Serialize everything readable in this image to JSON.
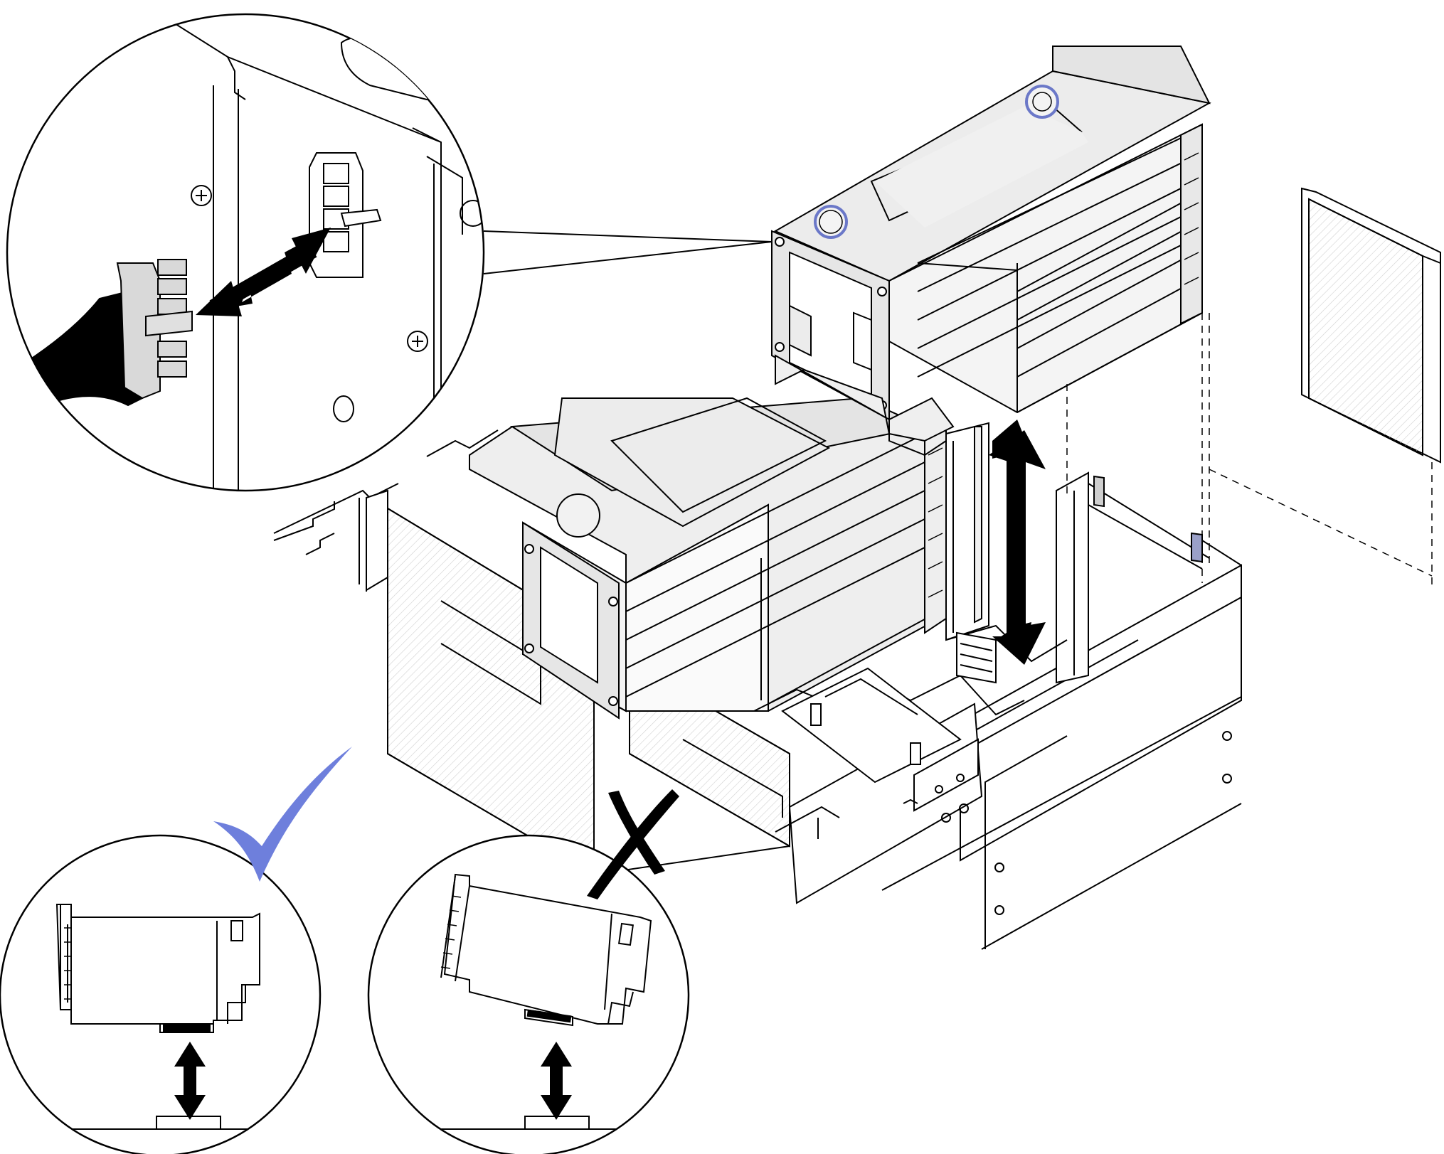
{
  "colors": {
    "line": "#000000",
    "metal_fill": "#ebebeb",
    "metal_dark": "#cfcfcf",
    "accent": "#6e7fdc",
    "accent_ring": "#6b78c8",
    "hatch": "#c8c8c8",
    "background": "#ffffff"
  },
  "icons": {
    "correct_mark": "checkmark-icon",
    "incorrect_mark": "x-mark-icon",
    "move_direction": "double-arrow-icon"
  },
  "callouts": [
    {
      "role": "power-connector-detail"
    },
    {
      "role": "correct-alignment",
      "mark": "checkmark"
    },
    {
      "role": "incorrect-alignment",
      "mark": "x"
    }
  ]
}
